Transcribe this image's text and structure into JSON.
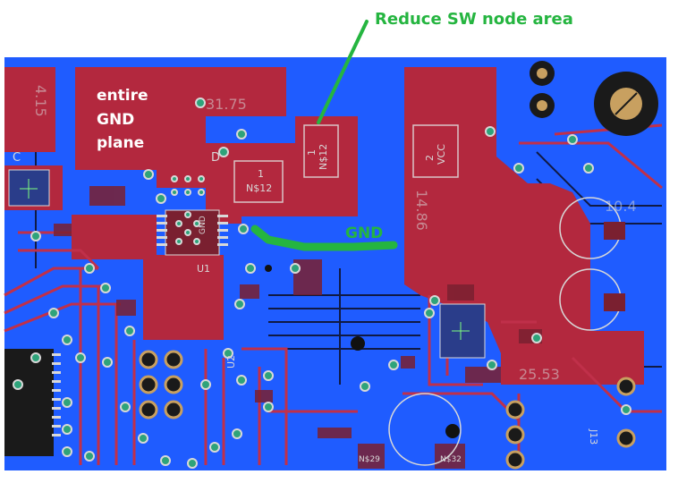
{
  "annotations": {
    "reduce_sw": "Reduce SW node area",
    "gnd_plane_line1": "entire",
    "gnd_plane_line2": "GND",
    "gnd_plane_line3": "plane",
    "gnd_label": "GND"
  },
  "silkscreen": {
    "net_sw_top": "N$12",
    "pin_sw_top": "1",
    "net_sw_mid": "N$12",
    "pin_sw_mid": "1",
    "net_vcc": "VCC",
    "pin_vcc": "2",
    "gnd_ic": "GND",
    "ref_u1": "U1",
    "ref_u2": "U2",
    "ref_d": "D",
    "ref_c": "C",
    "ref_j13": "J13",
    "net_n29": "N$29",
    "net_n32": "N$32",
    "mirror_left": "4.15",
    "mirror_top": "31.75",
    "mirror_mid": "14.86",
    "mirror_right1": "10.4",
    "mirror_right2": "25.53"
  },
  "colors": {
    "copper_top": "#b3283e",
    "copper_bottom": "#1f5cff",
    "trace": "#c0304a",
    "via": "#2ea37a",
    "pad": "#d8d8d8",
    "annotation_green": "#25b540",
    "background": "#ffffff"
  }
}
